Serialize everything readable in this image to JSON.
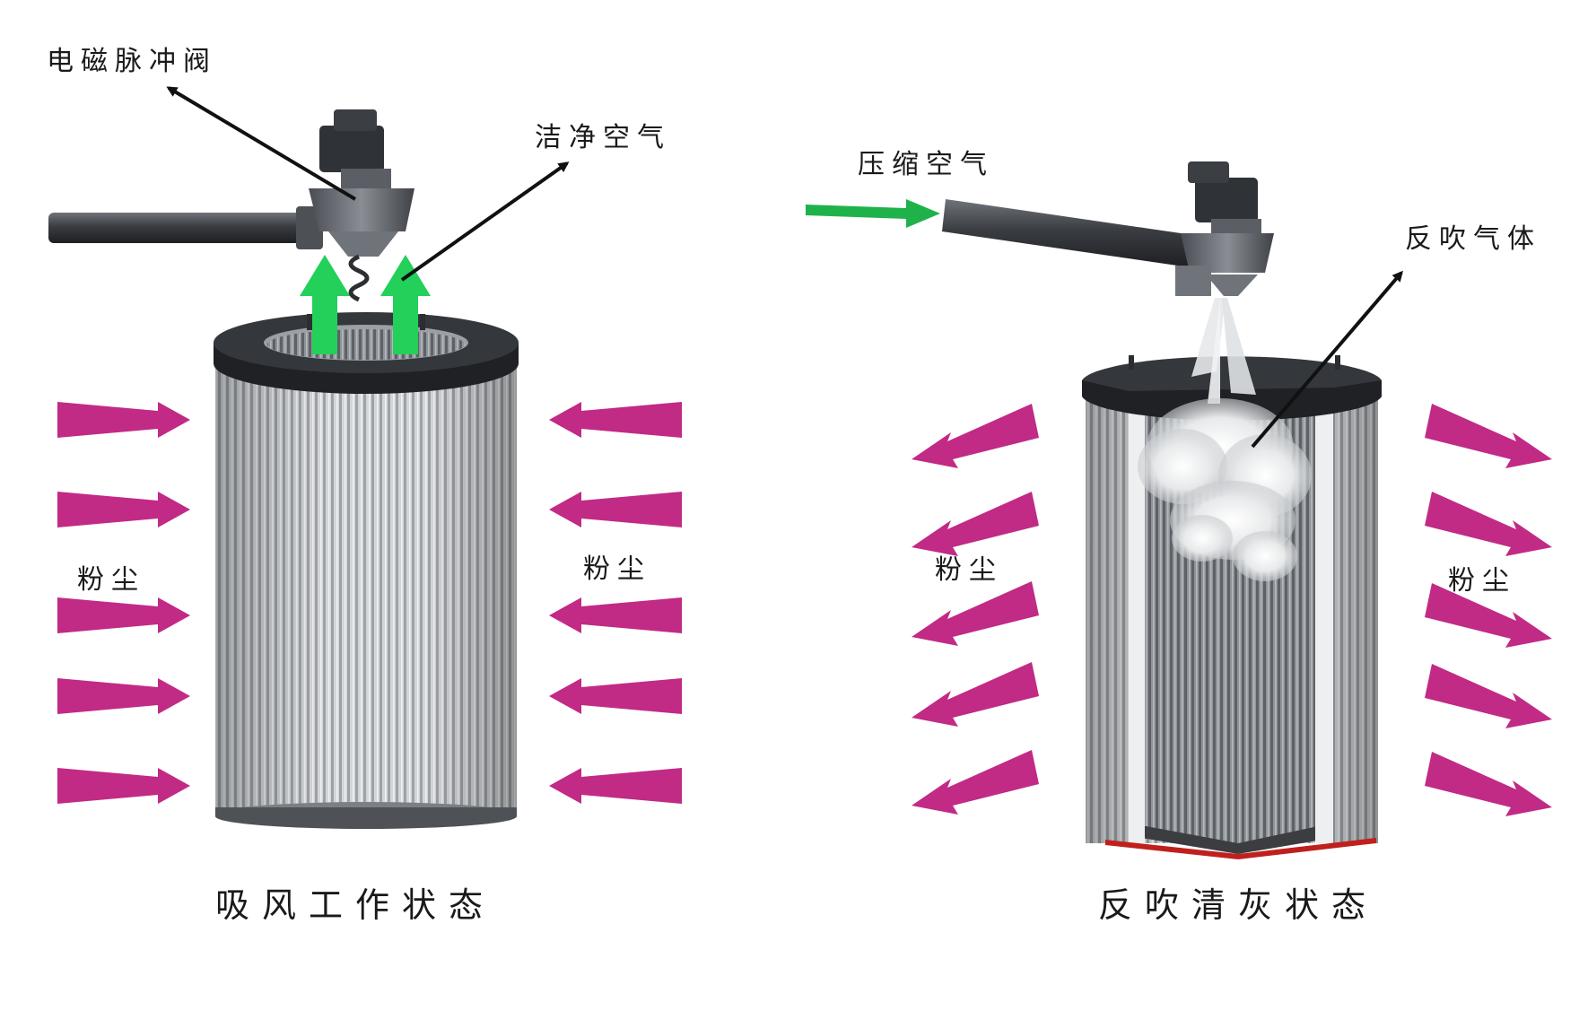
{
  "left_panel": {
    "valve_label": "电磁脉冲阀",
    "clean_air_label": "洁净空气",
    "dust_left_label": "粉尘",
    "dust_right_label": "粉尘",
    "caption": "吸风工作状态"
  },
  "right_panel": {
    "compressed_air_label": "压缩空气",
    "blowback_gas_label": "反吹气体",
    "dust_left_label": "粉尘",
    "dust_right_label": "粉尘",
    "caption": "反吹清灰状态"
  },
  "colors": {
    "dust_arrow": "#c12a85",
    "clean_air_arrow": "#22d05a",
    "compressed_air_arrow": "#1fb24a",
    "pipe": "#3a3d42",
    "filter_pleat": "#c4c7cb",
    "filter_cap": "#2b2d30",
    "cutaway_seal": "#c0201d"
  }
}
